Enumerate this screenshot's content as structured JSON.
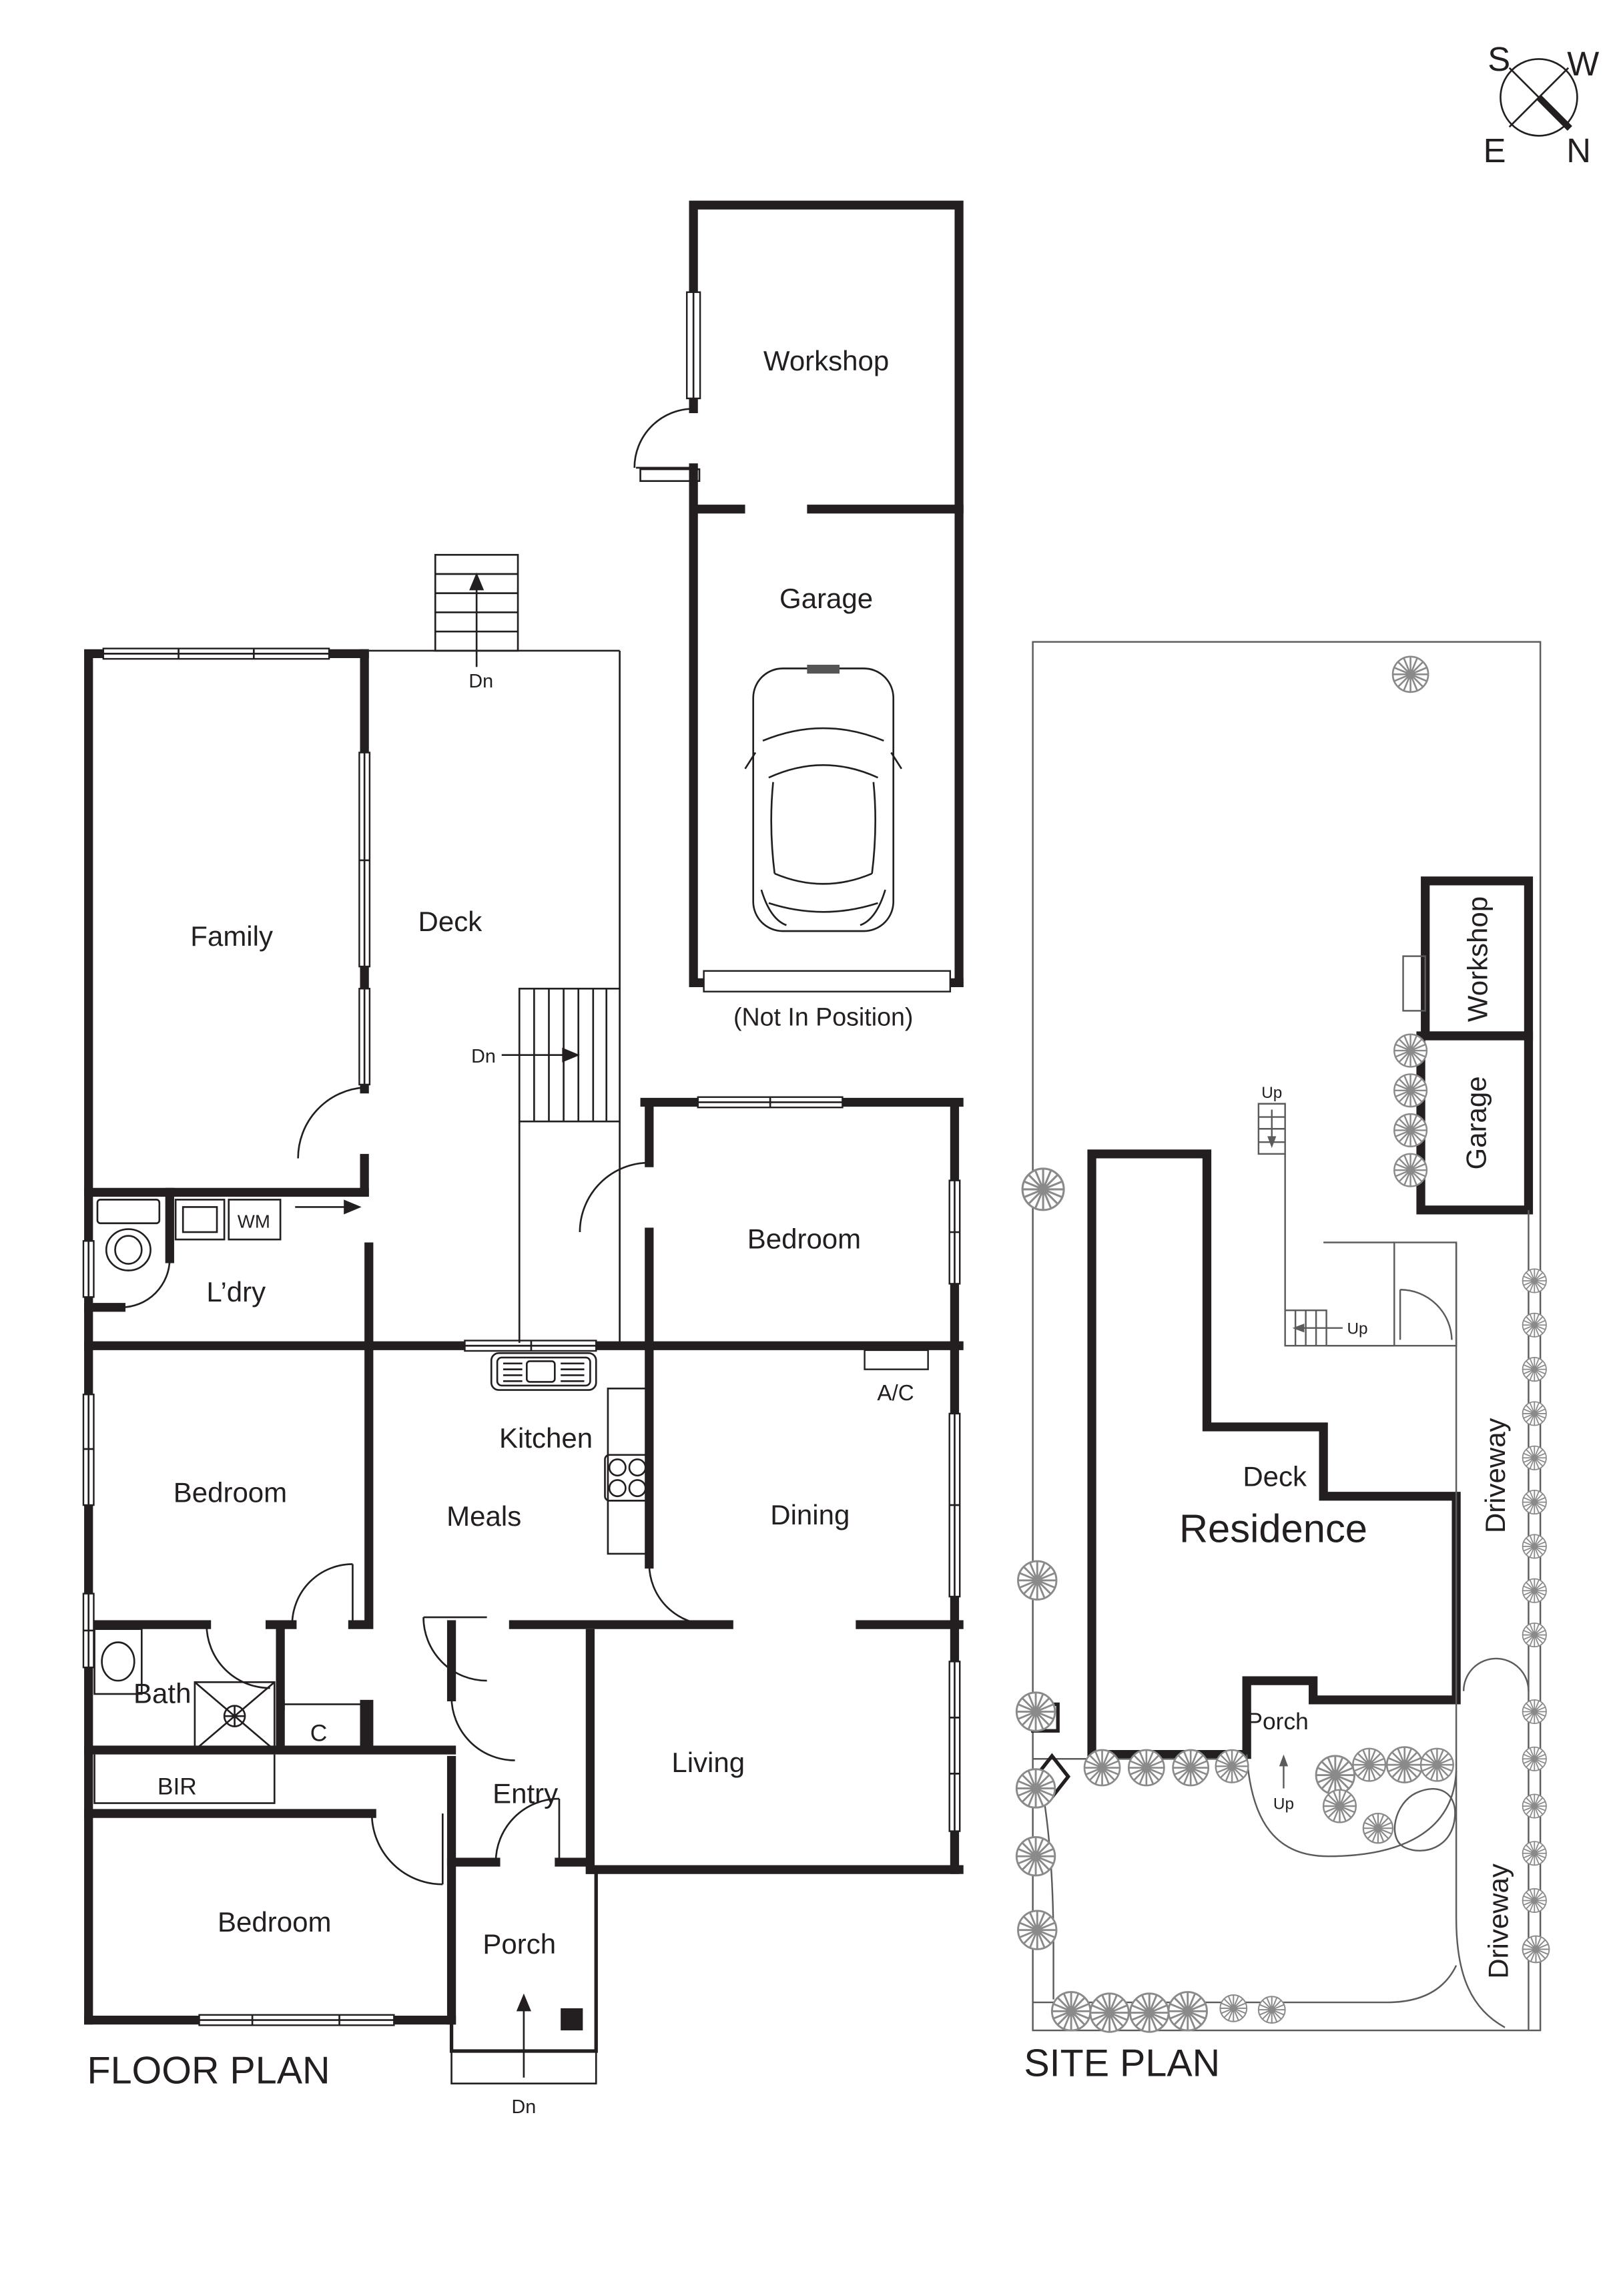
{
  "compass": {
    "s": "S",
    "w": "W",
    "e": "E",
    "n": "N"
  },
  "floor_plan": {
    "title": "FLOOR PLAN",
    "labels": {
      "workshop": "Workshop",
      "garage": "Garage",
      "not_in_position": "(Not In Position)",
      "dn_top_stairs": "Dn",
      "family": "Family",
      "deck": "Deck",
      "dn_deck_stairs": "Dn",
      "ldry": "L’dry",
      "wm": "WM",
      "bedroom_top_right": "Bedroom",
      "ac": "A/C",
      "kitchen": "Kitchen",
      "meals": "Meals",
      "dining": "Dining",
      "bedroom_left": "Bedroom",
      "bath": "Bath",
      "closet": "C",
      "bir": "BIR",
      "entry": "Entry",
      "living": "Living",
      "bedroom_bottom": "Bedroom",
      "porch": "Porch",
      "dn_porch": "Dn"
    }
  },
  "site_plan": {
    "title": "SITE PLAN",
    "labels": {
      "workshop": "Workshop",
      "garage": "Garage",
      "deck": "Deck",
      "residence": "Residence",
      "porch": "Porch",
      "driveway_upper": "Driveway",
      "driveway_lower": "Driveway",
      "up_deck_top": "Up",
      "up_deck_right": "Up",
      "up_porch": "Up"
    }
  },
  "colors": {
    "ink": "#231f20",
    "thin": "#5b5b5b",
    "tree": "#8a8a8a",
    "background": "#ffffff"
  }
}
